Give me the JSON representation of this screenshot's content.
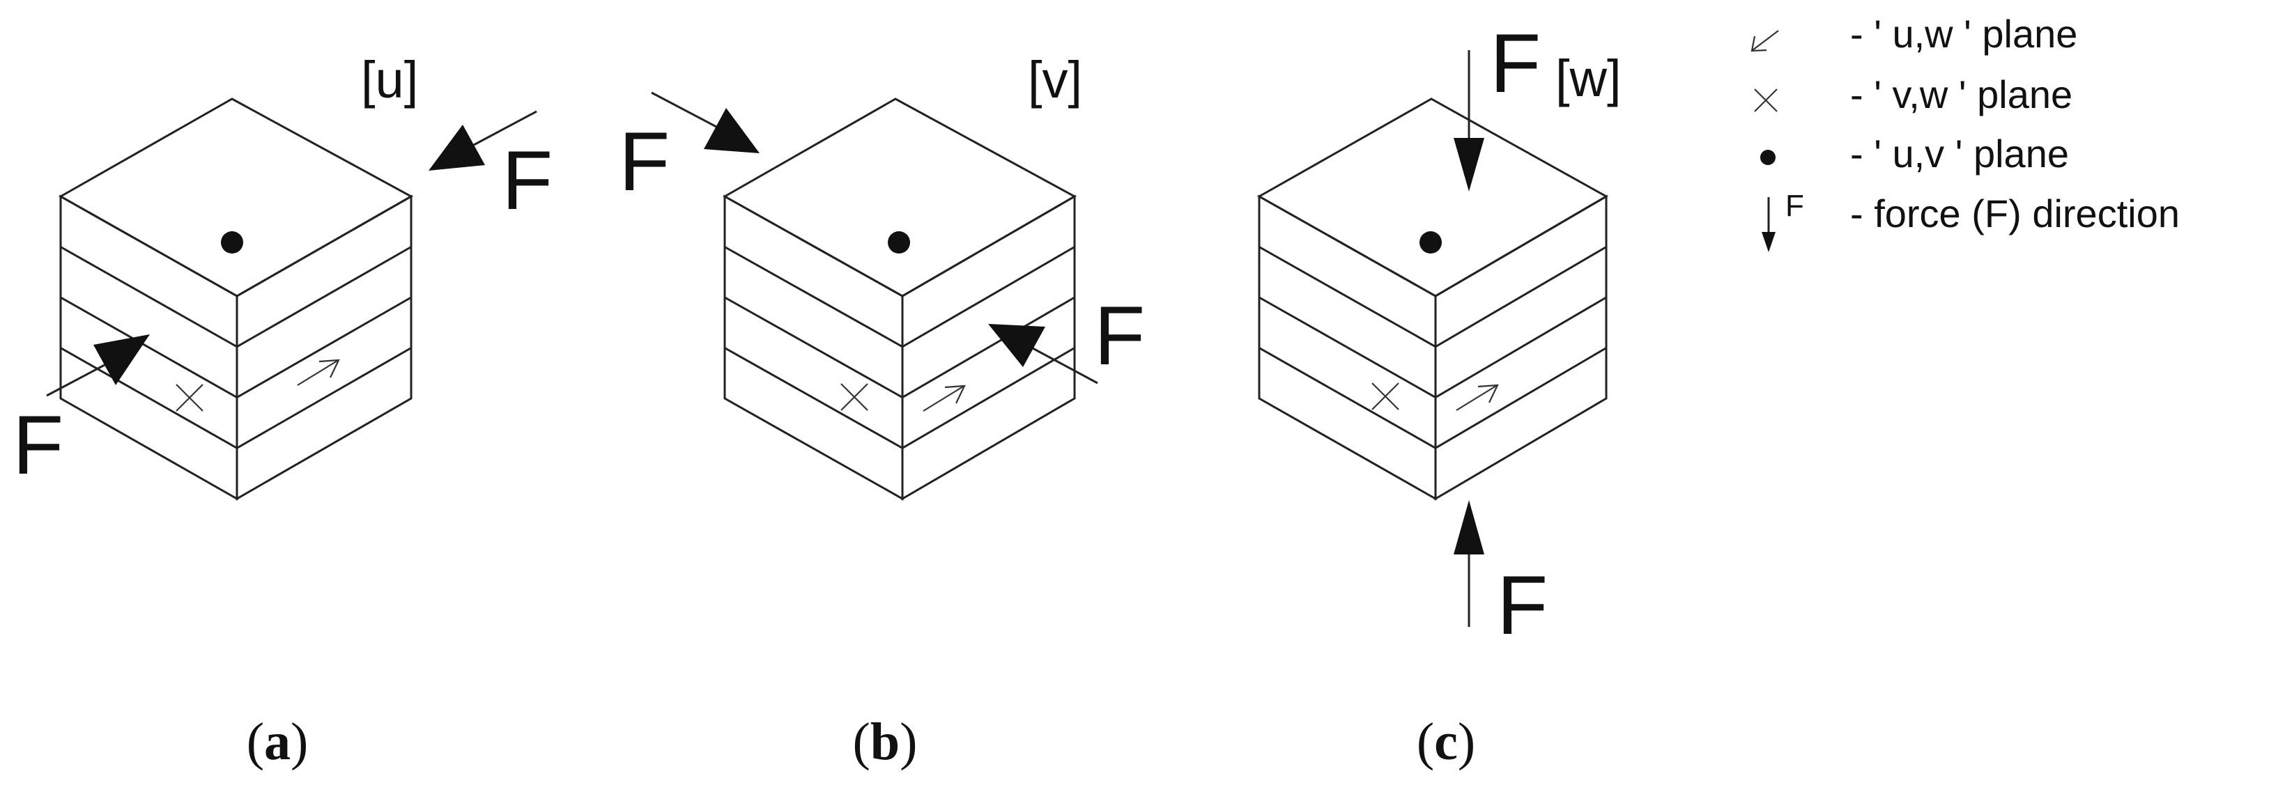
{
  "colors": {
    "top_face": "#a8a8a8",
    "side_face": "#ebebeb",
    "stroke": "#222222",
    "background": "#ffffff"
  },
  "panels": [
    {
      "direction_label": "[u]",
      "force_labels": [
        "F",
        "F"
      ],
      "caption_open": "(",
      "caption_letter": "a",
      "caption_close": ")"
    },
    {
      "direction_label": "[v]",
      "force_labels": [
        "F",
        "F"
      ],
      "caption_open": "(",
      "caption_letter": "b",
      "caption_close": ")"
    },
    {
      "direction_label": "[w]",
      "force_labels": [
        "F",
        "F"
      ],
      "caption_open": "(",
      "caption_letter": "c",
      "caption_close": ")"
    }
  ],
  "legend": [
    {
      "symbol": "arrow-icon",
      "text": "- ' u,w ' plane"
    },
    {
      "symbol": "cross-icon",
      "text": "- ' v,w ' plane"
    },
    {
      "symbol": "dot-icon",
      "text": "- ' u,v ' plane"
    },
    {
      "symbol": "force-arrow-icon",
      "symbol_label": "F",
      "text": "- force (F) direction"
    }
  ]
}
